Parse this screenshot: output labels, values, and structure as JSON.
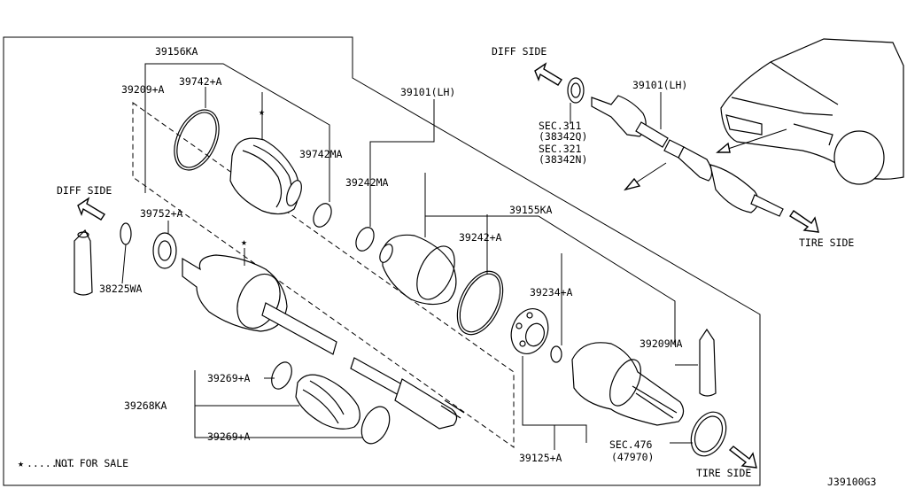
{
  "diagram_id": "J39100G3",
  "directions": {
    "diff_side_left": "DIFF SIDE",
    "diff_side_right": "DIFF SIDE",
    "tire_side_upper": "TIRE SIDE",
    "tire_side_lower": "TIRE SIDE"
  },
  "legend": {
    "symbol": "★",
    "text": "NOT FOR SALE"
  },
  "parts": {
    "p39156KA": "39156KA",
    "p39209A": "39209+A",
    "p39742A": "39742+A",
    "p39742MA": "39742MA",
    "p39242MA": "39242MA",
    "p39101LH_main": "39101(LH)",
    "p39101LH_inset": "39101(LH)",
    "p39752A": "39752+A",
    "p38225WA": "38225WA",
    "p39242A": "39242+A",
    "p39155KA": "39155KA",
    "p39234A": "39234+A",
    "p39209MA": "39209MA",
    "p39269A_upper": "39269+A",
    "p39268KA": "39268KA",
    "p39269A_lower": "39269+A",
    "p39125A": "39125+A",
    "sec311": "SEC.311",
    "sec311_ref": "(38342Q)",
    "sec321": "SEC.321",
    "sec321_ref": "(38342N)",
    "sec476": "SEC.476",
    "sec476_ref": "(47970)"
  }
}
